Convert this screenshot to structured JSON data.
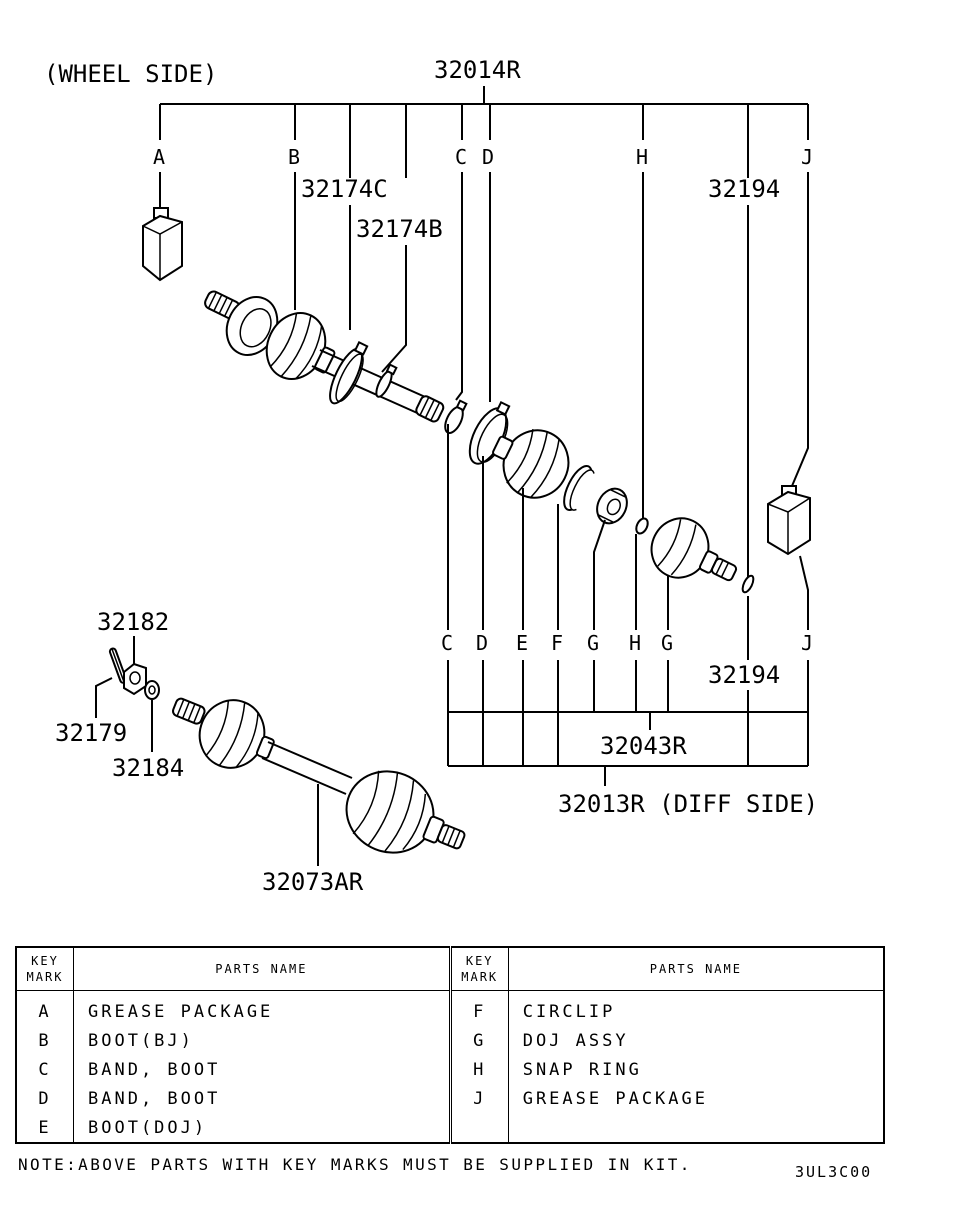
{
  "diagram": {
    "wheel_side": "(WHEEL SIDE)",
    "diff_side": "32013R (DIFF SIDE)",
    "part_numbers": {
      "p32014R": "32014R",
      "p32174C": "32174C",
      "p32174B": "32174B",
      "p32194_top": "32194",
      "p32194_bottom": "32194",
      "p32043R": "32043R",
      "p32182": "32182",
      "p32179": "32179",
      "p32184": "32184",
      "p32073AR": "32073AR"
    },
    "top_keys": [
      "A",
      "B",
      "C",
      "D",
      "H",
      "J"
    ],
    "bottom_keys": [
      "C",
      "D",
      "E",
      "F",
      "G",
      "H",
      "G",
      "J"
    ]
  },
  "table": {
    "header_key": [
      "KEY",
      "MARK"
    ],
    "header_name": "PARTS NAME",
    "left_rows": [
      {
        "mark": "A",
        "name": "GREASE PACKAGE"
      },
      {
        "mark": "B",
        "name": "BOOT(BJ)"
      },
      {
        "mark": "C",
        "name": "BAND, BOOT"
      },
      {
        "mark": "D",
        "name": "BAND, BOOT"
      },
      {
        "mark": "E",
        "name": "BOOT(DOJ)"
      }
    ],
    "right_rows": [
      {
        "mark": "F",
        "name": "CIRCLIP"
      },
      {
        "mark": "G",
        "name": "DOJ ASSY"
      },
      {
        "mark": "H",
        "name": "SNAP RING"
      },
      {
        "mark": "J",
        "name": "GREASE PACKAGE"
      },
      {
        "mark": "",
        "name": ""
      }
    ]
  },
  "note": "NOTE:ABOVE PARTS WITH KEY MARKS MUST BE SUPPLIED IN KIT.",
  "diagram_code": "3UL3C00"
}
